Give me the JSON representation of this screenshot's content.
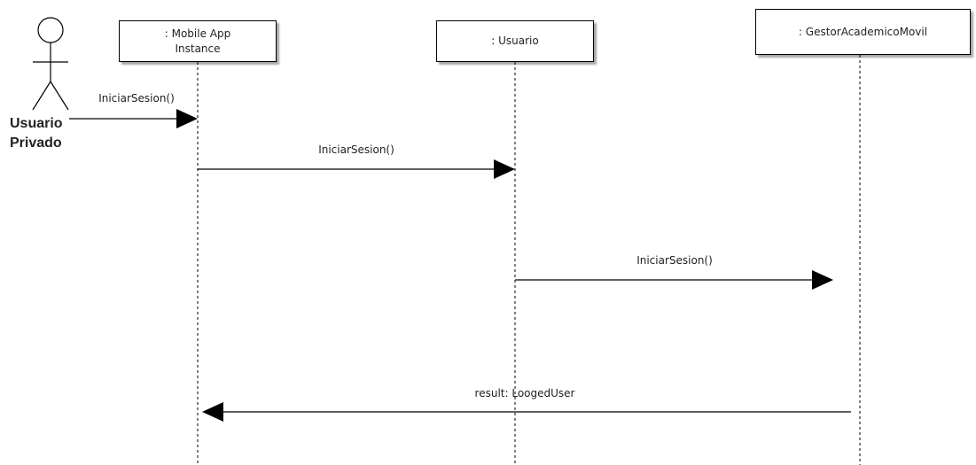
{
  "actor": {
    "name_line1": "Usuario",
    "name_line2": "Privado",
    "icon": "stick-figure-actor-icon"
  },
  "lifelines": [
    {
      "label_line1": ": Mobile App",
      "label_line2": "Instance"
    },
    {
      "label_line1": ": Usuario",
      "label_line2": ""
    },
    {
      "label_line1": ": GestorAcademicoMovil",
      "label_line2": ""
    }
  ],
  "messages": [
    {
      "label": "IniciarSesion()",
      "from": "Usuario Privado",
      "to": ": Mobile App Instance",
      "kind": "call"
    },
    {
      "label": "IniciarSesion()",
      "from": ": Mobile App Instance",
      "to": ": Usuario",
      "kind": "call"
    },
    {
      "label": "IniciarSesion()",
      "from": ": Usuario",
      "to": ": GestorAcademicoMovil",
      "kind": "call"
    },
    {
      "label": "result: LoogedUser",
      "from": ": GestorAcademicoMovil",
      "to": ": Mobile App Instance",
      "kind": "return"
    }
  ],
  "colors": {
    "line": "#000000",
    "text": "#222222",
    "background": "#ffffff"
  }
}
